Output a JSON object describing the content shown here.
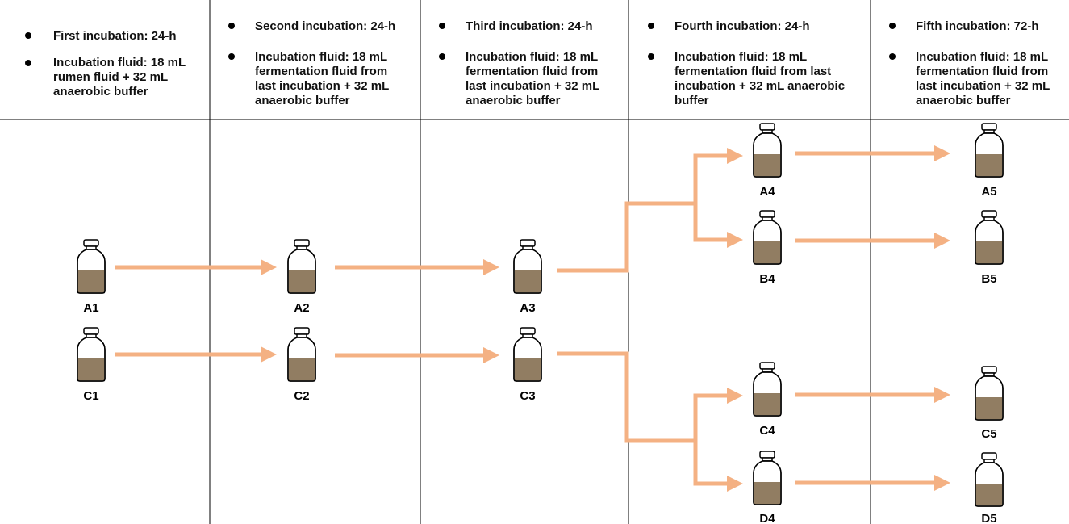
{
  "columns": [
    {
      "time": "First incubation: 24-h",
      "fluid": "Incubation fluid: 18 mL rumen fluid + 32  mL anaerobic buffer"
    },
    {
      "time": "Second incubation: 24-h",
      "fluid": "Incubation fluid: 18 mL fermentation fluid from last incubation + 32  mL anaerobic buffer"
    },
    {
      "time": "Third incubation: 24-h",
      "fluid": "Incubation fluid: 18 mL fermentation fluid from last incubation + 32 mL anaerobic buffer"
    },
    {
      "time": "Fourth incubation: 24-h",
      "fluid": "Incubation fluid: 18 mL fermentation fluid from last incubation + 32 mL anaerobic buffer"
    },
    {
      "time": "Fifth incubation: 72-h",
      "fluid": "Incubation fluid: 18 mL fermentation fluid from last incubation + 32 mL anaerobic buffer"
    }
  ],
  "bottles": [
    "A1",
    "C1",
    "A2",
    "C2",
    "A3",
    "C3",
    "A4",
    "B4",
    "C4",
    "D4",
    "A5",
    "B5",
    "C5",
    "D5"
  ],
  "colors": {
    "arrow": "#f4b183",
    "liquid": "#917d62",
    "line": "#000000"
  }
}
